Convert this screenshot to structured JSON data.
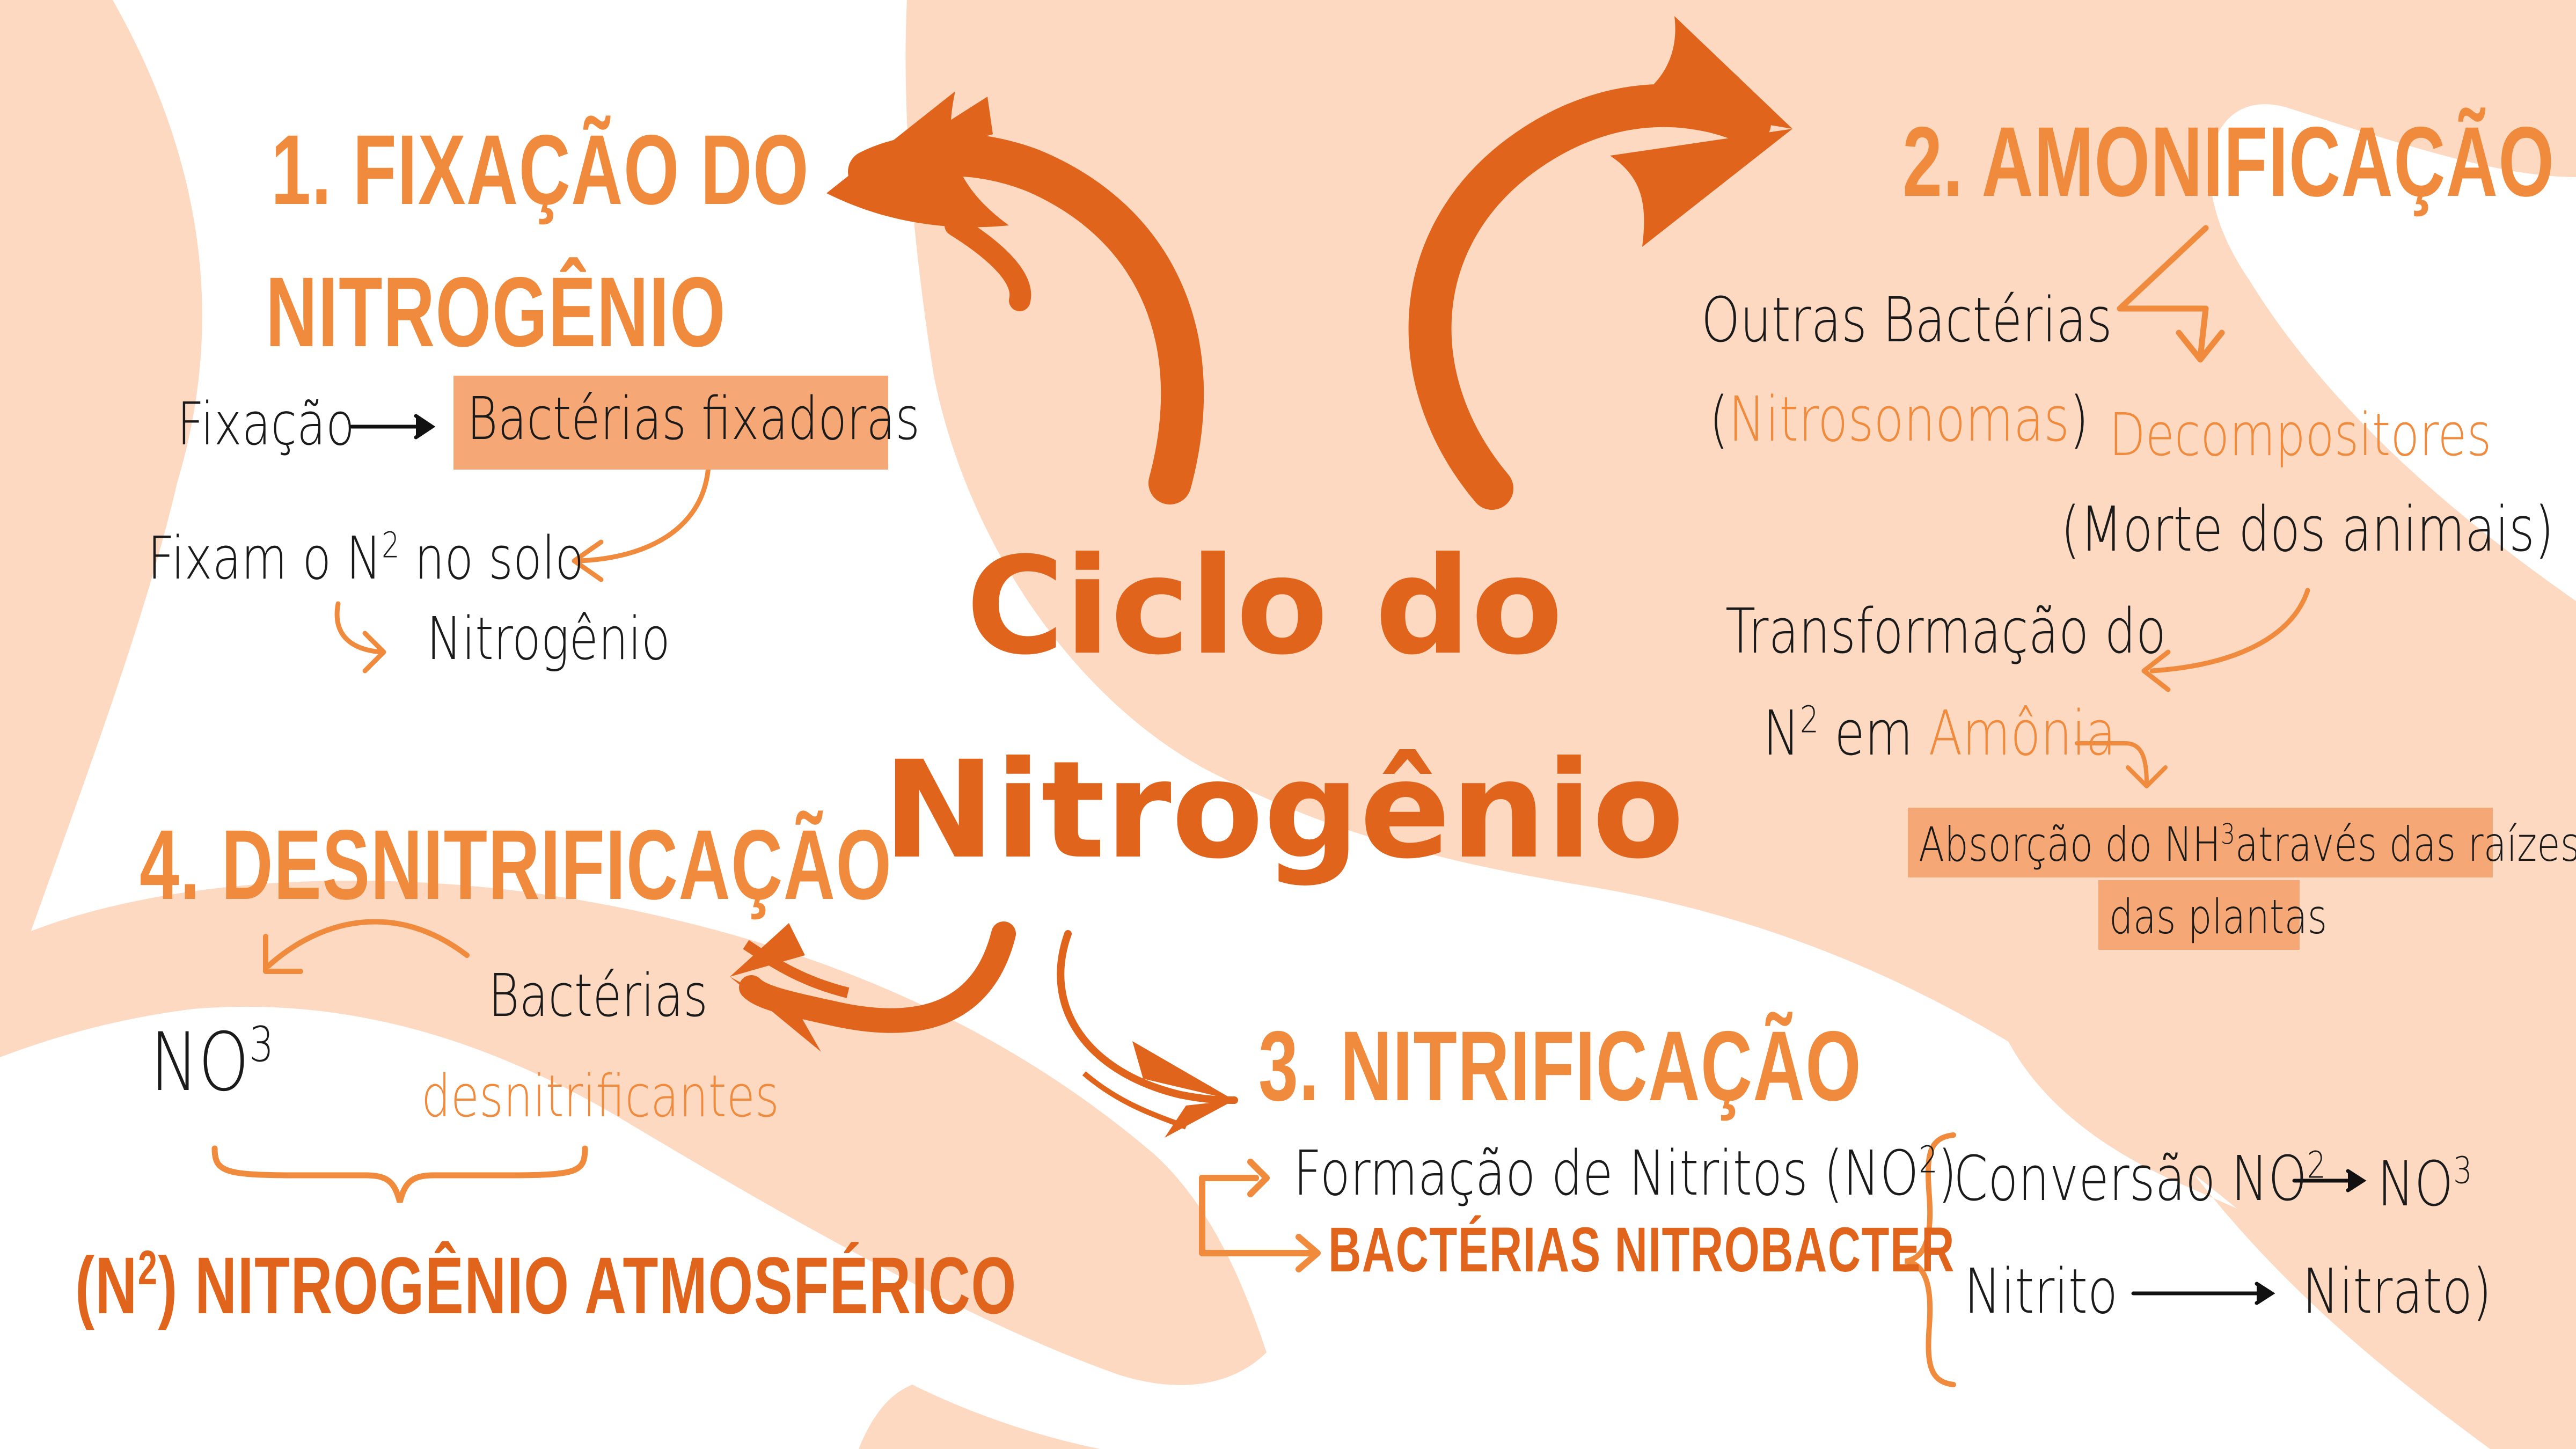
{
  "title": {
    "line1": "Ciclo do",
    "line2": "Nitrogênio"
  },
  "colors": {
    "accent": "#f08a3c",
    "dark_accent": "#e0641c",
    "band": "#fcd9c0",
    "highlight": "#f6a776"
  },
  "step1": {
    "heading_line1": "1.  FIXAÇÃO DO",
    "heading_line2": "NITROGÊNIO",
    "fixacao": "Fixação",
    "bacterias_fixadoras": "Bactérias fixadoras",
    "fixam_prefix": "Fixam o N",
    "fixam_sup": "2",
    "fixam_suffix": " no solo",
    "nitrogenio": "Nitrogênio"
  },
  "step2": {
    "heading": "2. AMONIFICAÇÃO",
    "outras_bacterias": "Outras Bactérias",
    "nitrosonomas_open": "(",
    "nitrosonomas": "Nitrosonomas",
    "nitrosonomas_close": ")",
    "decompositores": "Decompositores",
    "morte": "(Morte dos animais)",
    "transformacao": "Transformação do",
    "n2_prefix": "N",
    "n2_sup": "2",
    "em": " em ",
    "amonia": "Amônia",
    "absorcao_prefix": "Absorção do NH",
    "absorcao_sup": "3",
    "absorcao_suffix": "através das raízes",
    "das_plantas": "das plantas"
  },
  "step3": {
    "heading": "3. NITRIFICAÇÃO",
    "formacao_prefix": "Formação de Nitritos (NO",
    "formacao_sup": "2",
    "formacao_suffix": ")",
    "nitrobacter": "BACTÉRIAS NITROBACTER",
    "conversao_prefix": "Conversão NO",
    "conversao_sup": "2",
    "no3": "NO",
    "no3_sup": "3",
    "nitrito": "Nitrito",
    "nitrato": "Nitrato)"
  },
  "step4": {
    "heading": "4. DESNITRIFICAÇÃO",
    "bacterias": "Bactérias",
    "desnitrificantes": "desnitrificantes",
    "no3": "NO",
    "no3_sup": "3",
    "atm_prefix": "(N",
    "atm_sup": "2",
    "atm_suffix": ") NITROGÊNIO ATMOSFÉRICO"
  }
}
